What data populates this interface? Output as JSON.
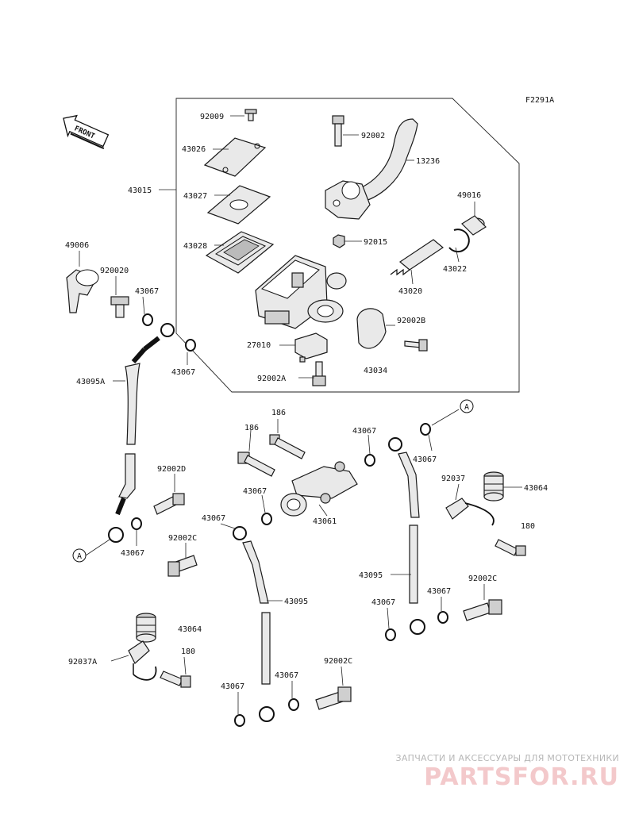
{
  "diagram_code": "F2291A",
  "front_label": "FRONT",
  "parts": {
    "p92009": "92009",
    "p43026": "43026",
    "p43015": "43015",
    "p43027": "43027",
    "p43028": "43028",
    "p92002": "92002",
    "p13236": "13236",
    "p49016": "49016",
    "p92015": "92015",
    "p43022": "43022",
    "p43020": "43020",
    "p92002B": "92002B",
    "p27010": "27010",
    "p92002A": "92002A",
    "p43034": "43034",
    "p49006": "49006",
    "p920020": "920020",
    "p43067_a": "43067",
    "p43067_b": "43067",
    "p43095A": "43095A",
    "p92002D": "92002D",
    "p43067_c": "43067",
    "callout_a1": "A",
    "p186_a": "186",
    "p186_b": "186",
    "p43067_d": "43067",
    "p43067_e": "43067",
    "p43061": "43061",
    "p43067_f": "43067",
    "p92002C_a": "92002C",
    "p43095_a": "43095",
    "callout_a2": "A",
    "p43067_g": "43067",
    "p92037": "92037",
    "p43064_a": "43064",
    "p180_a": "180",
    "p43095_b": "43095",
    "p92002C_b": "92002C",
    "p43067_h": "43067",
    "p43067_i": "43067",
    "p43064_b": "43064",
    "p92037A": "92037A",
    "p180_b": "180",
    "p43067_j": "43067",
    "p43067_k": "43067",
    "p92002C_c": "92002C"
  },
  "watermark": {
    "subtitle": "ЗАПЧАСТИ И АКСЕССУАРЫ ДЛЯ МОТОТЕХНИКИ",
    "brand": "PARTSFOR.RU"
  }
}
